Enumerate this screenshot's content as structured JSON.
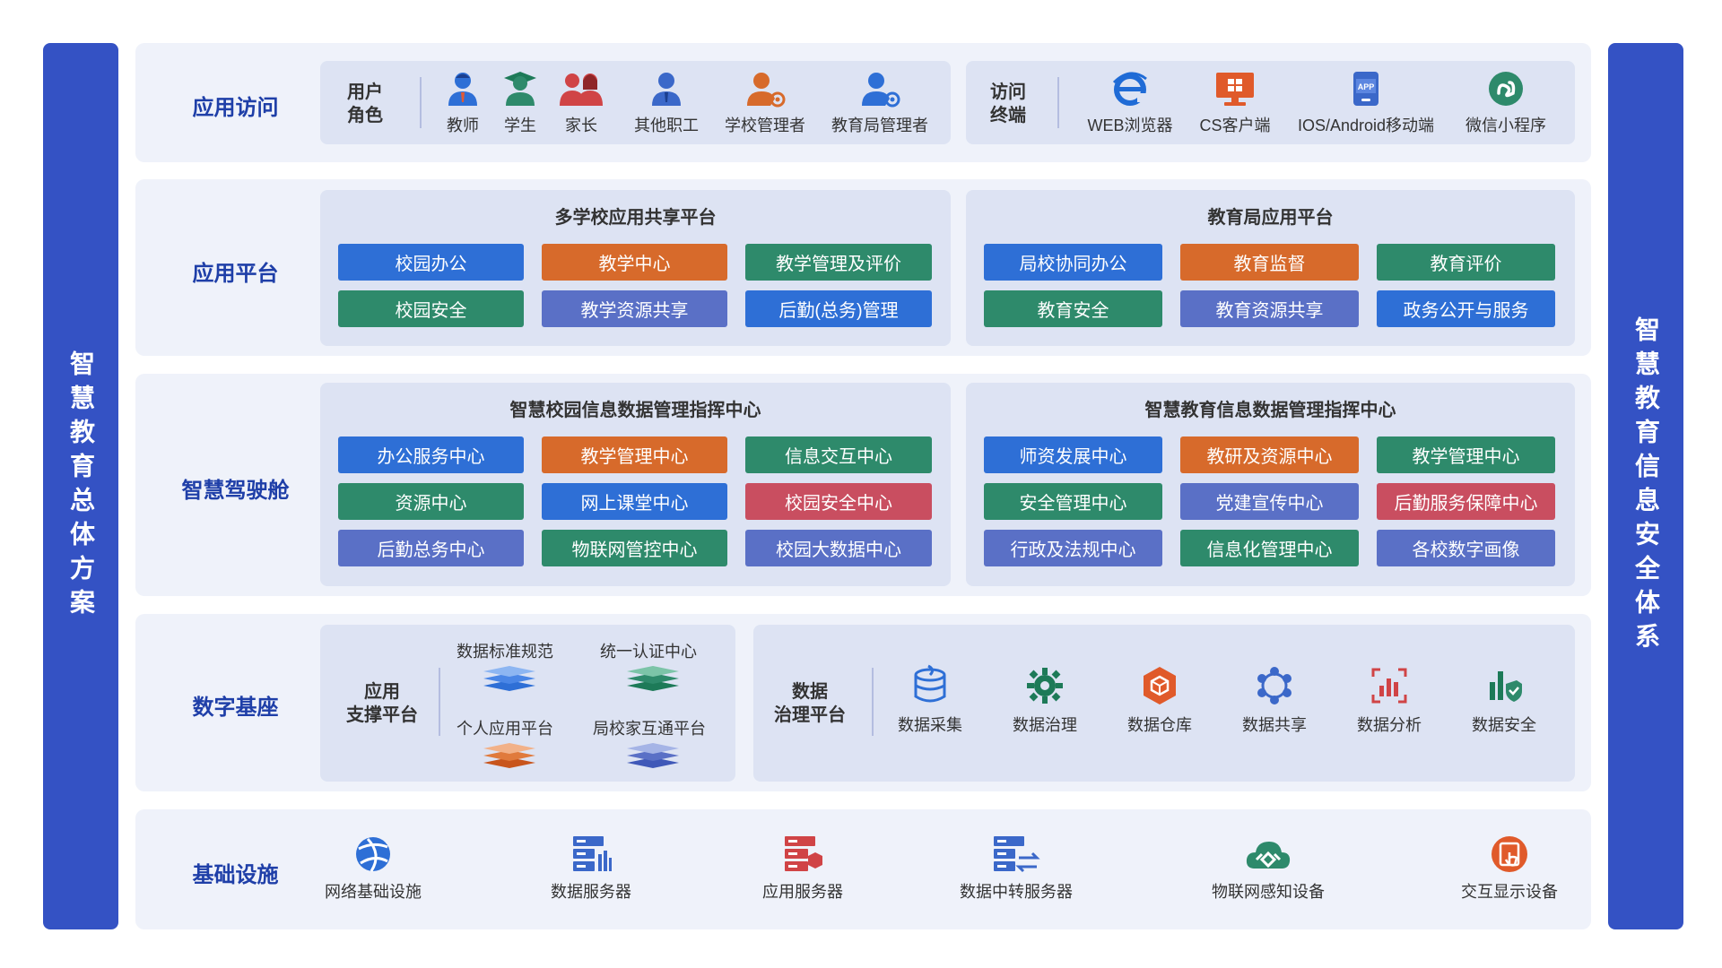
{
  "left_title": "智慧教育总体方案",
  "right_title": "智慧教育信息安全体系",
  "access": {
    "label": "应用访问",
    "roles_title_1": "用户",
    "roles_title_2": "角色",
    "roles": [
      "教师",
      "学生",
      "家长",
      "其他职工",
      "学校管理者",
      "教育局管理者"
    ],
    "terminals_title_1": "访问",
    "terminals_title_2": "终端",
    "terminals": [
      "WEB浏览器",
      "CS客户端",
      "IOS/Android移动端",
      "微信小程序"
    ],
    "app_badge": "APP"
  },
  "platform": {
    "label": "应用平台",
    "left_title": "多学校应用共享平台",
    "left_items": [
      "校园办公",
      "教学中心",
      "教学管理及评价",
      "校园安全",
      "教学资源共享",
      "后勤(总务)管理"
    ],
    "right_title": "教育局应用平台",
    "right_items": [
      "局校协同办公",
      "教育监督",
      "教育评价",
      "教育安全",
      "教育资源共享",
      "政务公开与服务"
    ]
  },
  "cockpit": {
    "label": "智慧驾驶舱",
    "left_title": "智慧校园信息数据管理指挥中心",
    "left_items": [
      "办公服务中心",
      "教学管理中心",
      "信息交互中心",
      "资源中心",
      "网上课堂中心",
      "校园安全中心",
      "后勤总务中心",
      "物联网管控中心",
      "校园大数据中心"
    ],
    "right_title": "智慧教育信息数据管理指挥中心",
    "right_items": [
      "师资发展中心",
      "教研及资源中心",
      "教学管理中心",
      "安全管理中心",
      "党建宣传中心",
      "后勤服务保障中心",
      "行政及法规中心",
      "信息化管理中心",
      "各校数字画像"
    ]
  },
  "foundation": {
    "label": "数字基座",
    "support_title_1": "应用",
    "support_title_2": "支撑平台",
    "support_items": [
      "数据标准规范",
      "统一认证中心",
      "个人应用平台",
      "局校家互通平台"
    ],
    "gov_title_1": "数据",
    "gov_title_2": "治理平台",
    "gov_items": [
      "数据采集",
      "数据治理",
      "数据仓库",
      "数据共享",
      "数据分析",
      "数据安全"
    ]
  },
  "infra": {
    "label": "基础设施",
    "items": [
      "网络基础设施",
      "数据服务器",
      "应用服务器",
      "数据中转服务器",
      "物联网感知设备",
      "交互显示设备"
    ]
  },
  "colors": {
    "blue": "#2e6fd6",
    "orange": "#d76a2b",
    "green": "#2e8a6b",
    "purple": "#5a70c6",
    "red": "#c94e60",
    "navy": "#3452c4"
  }
}
